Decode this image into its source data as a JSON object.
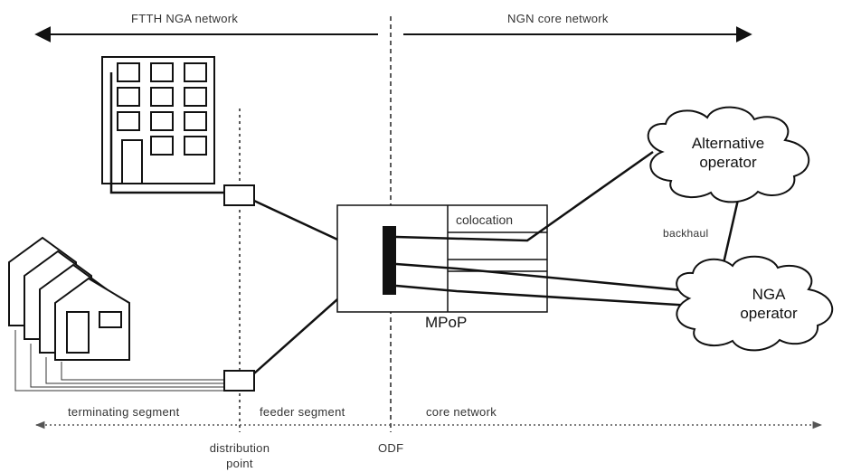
{
  "diagram": {
    "labels": {
      "ftth_network": "FTTH NGA network",
      "ngn_core_network": "NGN core network",
      "colocation": "colocation",
      "mpop": "MPoP",
      "backhaul": "backhaul",
      "alt_operator_line1": "Alternative",
      "alt_operator_line2": "operator",
      "nga_operator_line1": "NGA",
      "nga_operator_line2": "operator",
      "terminating_segment": "terminating segment",
      "feeder_segment": "feeder segment",
      "core_network": "core network",
      "distribution_point_line1": "distribution",
      "distribution_point_line2": "point",
      "odf": "ODF"
    }
  }
}
